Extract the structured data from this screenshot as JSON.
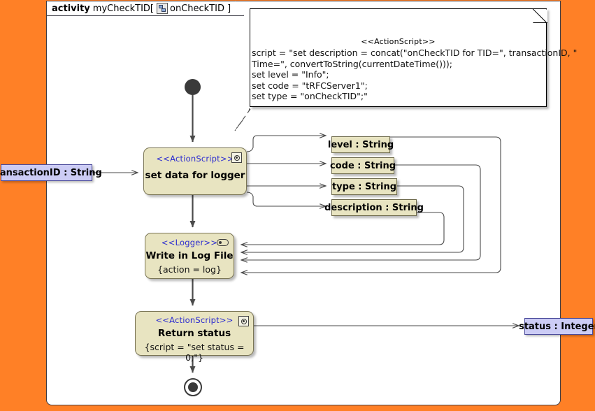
{
  "frame": {
    "keyword": "activity",
    "name": "myCheckTID[",
    "icon": "activity-diagram-icon",
    "param": "onCheckTID ]"
  },
  "note": {
    "stereotype": "<<ActionScript>>",
    "body": "script = \"set description = concat(\"onCheckTID for TID=\", transactionID, \"\nTime=\", convertToString(currentDateTime()));\nset level = \"Info\";\nset code = \"tRFCServer1\";\nset type = \"onCheckTID\";\""
  },
  "nodes": {
    "set_data": {
      "stereotype": "<<ActionScript>>",
      "name": "set data for logger",
      "icon": "script-gear-icon"
    },
    "logger": {
      "stereotype": "<<Logger>>",
      "name": "Write in Log File",
      "property": "{action = log}",
      "icon": "logger-pill-icon"
    },
    "return_status": {
      "stereotype": "<<ActionScript>>",
      "name": "Return status",
      "property": "{script = \"set status = 0;\"}",
      "icon": "script-gear-icon"
    }
  },
  "pins": [
    {
      "label": "level : String"
    },
    {
      "label": "code : String"
    },
    {
      "label": "type : String"
    },
    {
      "label": "description : String"
    }
  ],
  "parameters": {
    "input": {
      "label": "transactionID : String"
    },
    "output": {
      "label": "status : Integer"
    }
  },
  "control_nodes": {
    "initial": "initial-node",
    "final": "activity-final-node"
  },
  "colors": {
    "canvas": "#ff8026",
    "frame_bg": "#ffffff",
    "action_fill": "#e8e4c1",
    "action_border": "#7a7555",
    "parameter_fill": "#ccccf5",
    "parameter_border": "#4b4b9b",
    "stereotype_text": "#2a2ad0",
    "edge": "#4a4a4a"
  }
}
